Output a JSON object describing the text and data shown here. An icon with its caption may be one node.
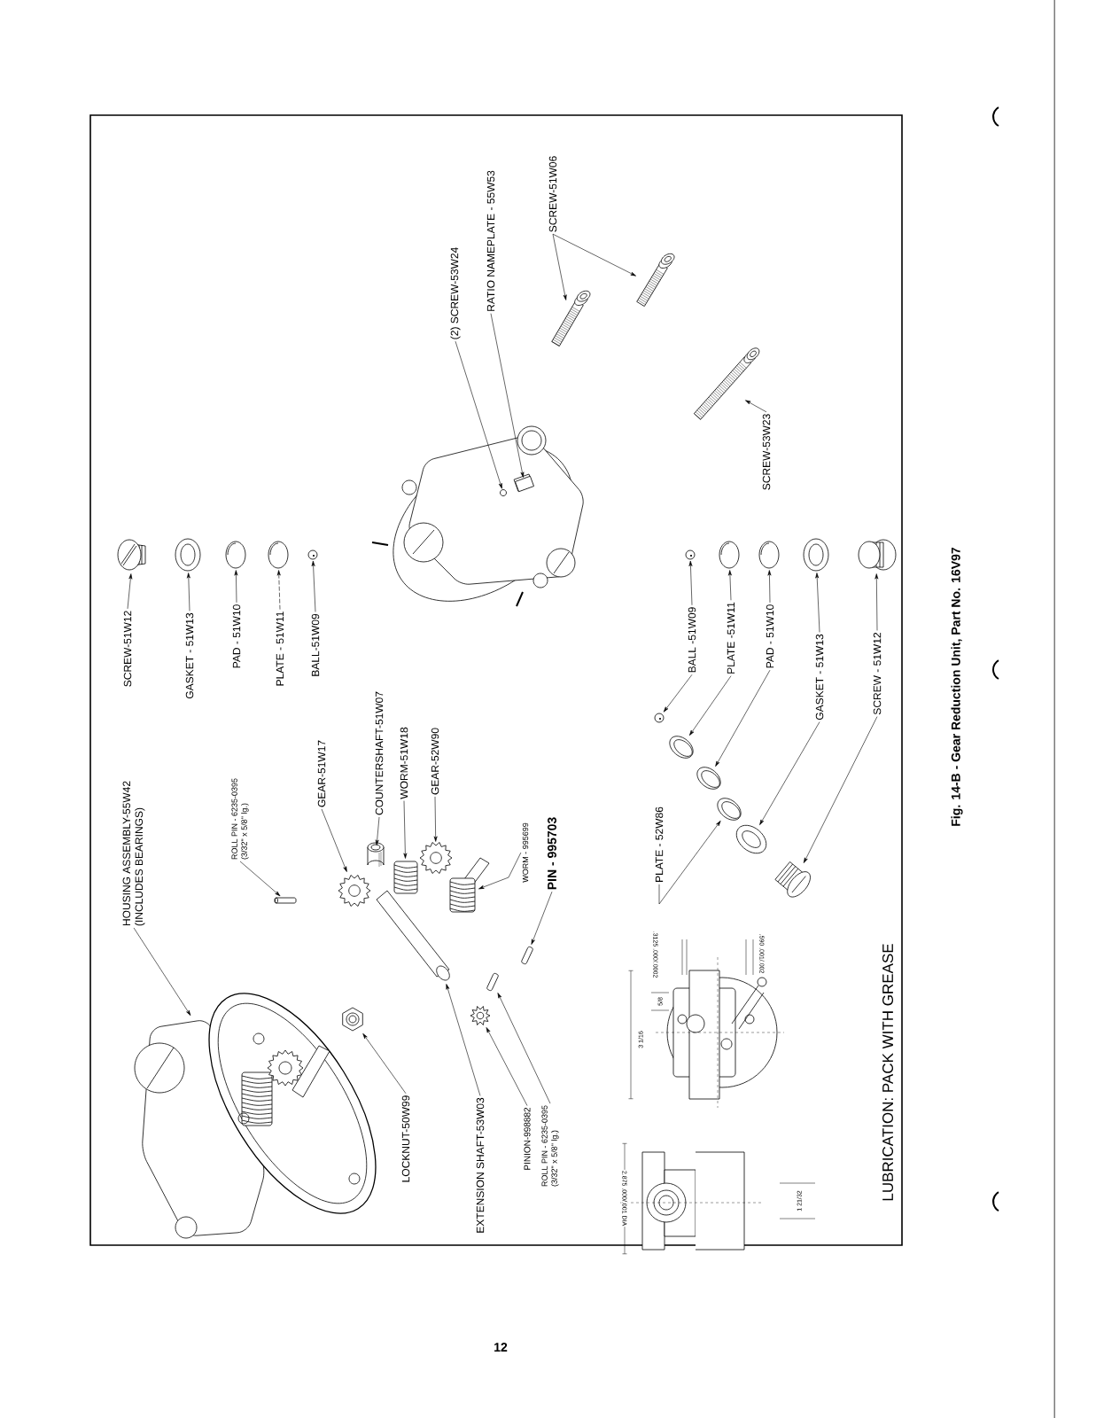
{
  "diagram": {
    "caption": "Fig. 14-B - Gear Reduction Unit, Part No. 16V97",
    "nodes": [
      {
        "text": [
          "SCREW-51W12"
        ]
      },
      {
        "text": [],
        "shape": "picture"
      },
      {
        "text": [
          "GASKET - 51W13"
        ]
      },
      {
        "text": [],
        "shape": "picture"
      },
      {
        "text": [
          "PAD - 51W10"
        ]
      },
      {
        "text": [],
        "shape": "picture"
      },
      {
        "text": [
          "PLATE - 51W11"
        ]
      },
      {
        "text": [],
        "shape": "picture"
      },
      {
        "text": [
          "BALL-51W09"
        ]
      },
      {
        "text": [],
        "shape": "picture"
      },
      {
        "text": [
          "(2) SCREW-53W24"
        ]
      },
      {
        "text": [
          "RATIO NAMEPLATE - 55W53"
        ]
      },
      {
        "text": [],
        "shape": "picture"
      },
      {
        "text": [],
        "shape": "box",
        "in": 12
      },
      {
        "text": [],
        "shape": "circle",
        "in": 12
      },
      {
        "text": [
          "SCREW-51W06"
        ]
      },
      {
        "text": [],
        "shape": "picture"
      },
      {
        "text": [],
        "shape": "picture"
      },
      {
        "text": [
          "SCREW-53W23"
        ]
      },
      {
        "text": [],
        "shape": "picture"
      },
      {
        "text": [],
        "shape": "picture"
      },
      {
        "text": [],
        "shape": "picture"
      },
      {
        "text": [],
        "shape": "picture"
      },
      {
        "text": [],
        "shape": "picture"
      },
      {
        "text": [],
        "shape": "picture"
      },
      {
        "text": [
          "BALL -51W09"
        ]
      },
      {
        "text": [
          "PLATE -51W11"
        ]
      },
      {
        "text": [
          "PAD - 51W10"
        ]
      },
      {
        "text": [
          "GASKET - 51W13"
        ]
      },
      {
        "text": [
          "SCREW - 51W12"
        ]
      },
      {
        "text": [],
        "shape": "picture"
      },
      {
        "text": [],
        "shape": "picture"
      },
      {
        "text": [],
        "shape": "picture"
      },
      {
        "text": [],
        "shape": "picture"
      },
      {
        "text": [],
        "shape": "picture"
      },
      {
        "text": [],
        "shape": "picture"
      },
      {
        "text": [
          "PLATE - 52W86"
        ]
      },
      {
        "text": [
          "HOUSING ASSEMBLY-55W42",
          "(INCLUDES BEARINGS)"
        ]
      },
      {
        "text": [
          "ROLL PIN - 6235-0395",
          "(3/32\" x 5/8\" lg.)"
        ]
      },
      {
        "text": [],
        "shape": "picture"
      },
      {
        "text": [
          "GEAR-51W17"
        ]
      },
      {
        "text": [
          "COUNTERSHAFT-51W07"
        ]
      },
      {
        "text": [
          "WORM-51W18"
        ]
      },
      {
        "text": [
          "GEAR-52W90"
        ]
      },
      {
        "text": [],
        "shape": "picture"
      },
      {
        "text": [],
        "shape": "picture"
      },
      {
        "text": [],
        "shape": "picture"
      },
      {
        "text": [],
        "shape": "picture"
      },
      {
        "text": [],
        "shape": "picture"
      },
      {
        "text": [
          "WORM - 995699"
        ]
      },
      {
        "text": [
          "PIN - 995703"
        ]
      },
      {
        "text": [],
        "shape": "picture"
      },
      {
        "text": [],
        "shape": "picture"
      },
      {
        "text": [
          "EXTENSION SHAFT-53W03"
        ]
      },
      {
        "text": [],
        "shape": "picture"
      },
      {
        "text": [],
        "shape": "picture"
      },
      {
        "text": [
          "LOCKNUT-50W99"
        ]
      },
      {
        "text": [],
        "shape": "picture"
      },
      {
        "text": [],
        "shape": "picture"
      },
      {
        "text": [
          "PINION-998882"
        ]
      },
      {
        "text": [
          "ROLL PIN - 6235-0395",
          "(3/32\" x 5/8\" lg.)"
        ]
      }
    ],
    "edges": [
      {
        "from": 0,
        "to": 1,
        "arrow": "to"
      },
      {
        "from": 2,
        "to": 3,
        "arrow": "to"
      },
      {
        "from": 4,
        "to": 5,
        "arrow": "to"
      },
      {
        "from": 6,
        "to": 7,
        "arrow": "to",
        "style": "dashed"
      },
      {
        "from": 8,
        "to": 9,
        "arrow": "to"
      },
      {
        "from": 10,
        "to": 14,
        "arrow": "to"
      },
      {
        "from": 11,
        "to": 13,
        "arrow": "to"
      },
      {
        "from": 15,
        "to": 16,
        "arrow": "to"
      },
      {
        "from": 15,
        "to": 17,
        "arrow": "to"
      },
      {
        "from": 18,
        "to": 19,
        "arrow": "to"
      },
      {
        "from": 25,
        "to": 20,
        "arrow": "to"
      },
      {
        "from": 25,
        "to": 30,
        "arrow": "to"
      },
      {
        "from": 26,
        "to": 21,
        "arrow": "to"
      },
      {
        "from": 26,
        "to": 31,
        "arrow": "to"
      },
      {
        "from": 27,
        "to": 22,
        "arrow": "to"
      },
      {
        "from": 27,
        "to": 32,
        "arrow": "to"
      },
      {
        "from": 28,
        "to": 23,
        "arrow": "to"
      },
      {
        "from": 28,
        "to": 34,
        "arrow": "to"
      },
      {
        "from": 29,
        "to": 24,
        "arrow": "to"
      },
      {
        "from": 29,
        "to": 35,
        "arrow": "to"
      },
      {
        "from": 36,
        "to": 33,
        "arrow": "to"
      },
      {
        "from": 37,
        "to": 54,
        "arrow": "to"
      },
      {
        "from": 38,
        "to": 39,
        "arrow": "to"
      },
      {
        "from": 40,
        "to": 44,
        "arrow": "to"
      },
      {
        "from": 41,
        "to": 45,
        "arrow": "to"
      },
      {
        "from": 42,
        "to": 46,
        "arrow": "to"
      },
      {
        "from": 43,
        "to": 47,
        "arrow": "to"
      },
      {
        "from": 49,
        "to": 48,
        "arrow": "to"
      },
      {
        "from": 50,
        "to": 51,
        "arrow": "to"
      },
      {
        "from": 53,
        "to": 52,
        "arrow": "to"
      },
      {
        "from": 56,
        "to": 55,
        "arrow": "to"
      },
      {
        "from": 59,
        "to": 57,
        "arrow": "to"
      },
      {
        "from": 60,
        "to": 58,
        "arrow": "to"
      }
    ],
    "labels": [
      "3 1/16",
      "5/8",
      ".3125 .000/.0002",
      ".590 .001/.002",
      "2.875 .000/.001 DIA",
      "1 21/32",
      "LUBRICATION: PACK WITH GREASE",
      "12"
    ]
  }
}
